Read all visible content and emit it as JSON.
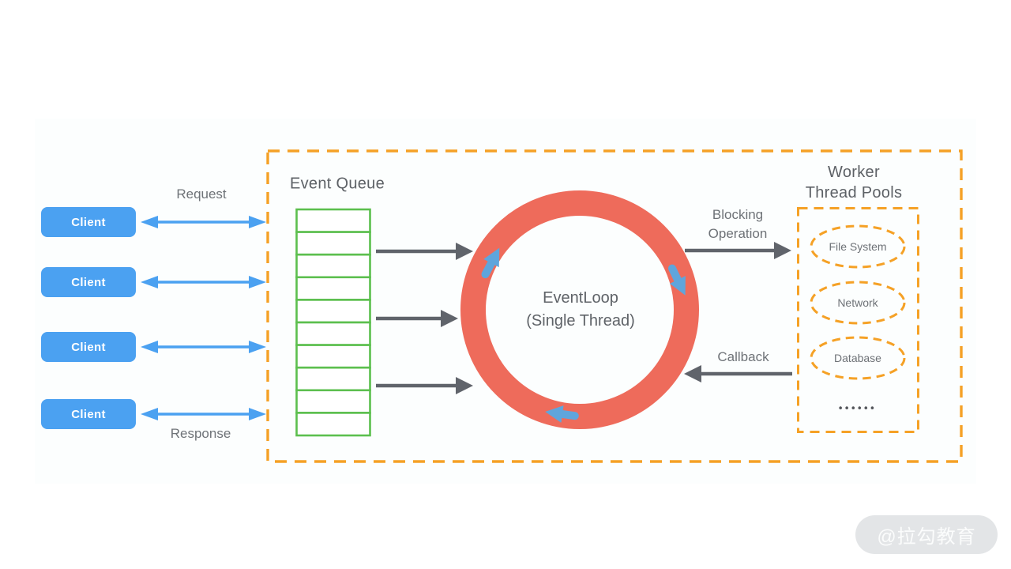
{
  "colors": {
    "client_blue": "#4BA1F1",
    "queue_green": "#5CBF4E",
    "loop_red": "#EE6B5B",
    "boundary_orange": "#F5A126",
    "arrow_gray": "#60646B",
    "ring_arrow_blue": "#5FA5DC",
    "label_gray": "#6E7277"
  },
  "clients": {
    "label": "Client",
    "count": 4
  },
  "labels": {
    "request": "Request",
    "response": "Response"
  },
  "event_queue": {
    "title": "Event Queue",
    "cell_count": 10
  },
  "event_loop": {
    "title": "EventLoop",
    "subtitle": "(Single Thread)"
  },
  "worker": {
    "title_line1": "Worker",
    "title_line2": "Thread Pools",
    "blocking_line1": "Blocking",
    "blocking_line2": "Operation",
    "callback": "Callback",
    "pools": [
      {
        "label": "File System"
      },
      {
        "label": "Network"
      },
      {
        "label": "Database"
      }
    ],
    "more_dots": "••••••"
  },
  "watermark": {
    "text": "@拉勾教育"
  }
}
